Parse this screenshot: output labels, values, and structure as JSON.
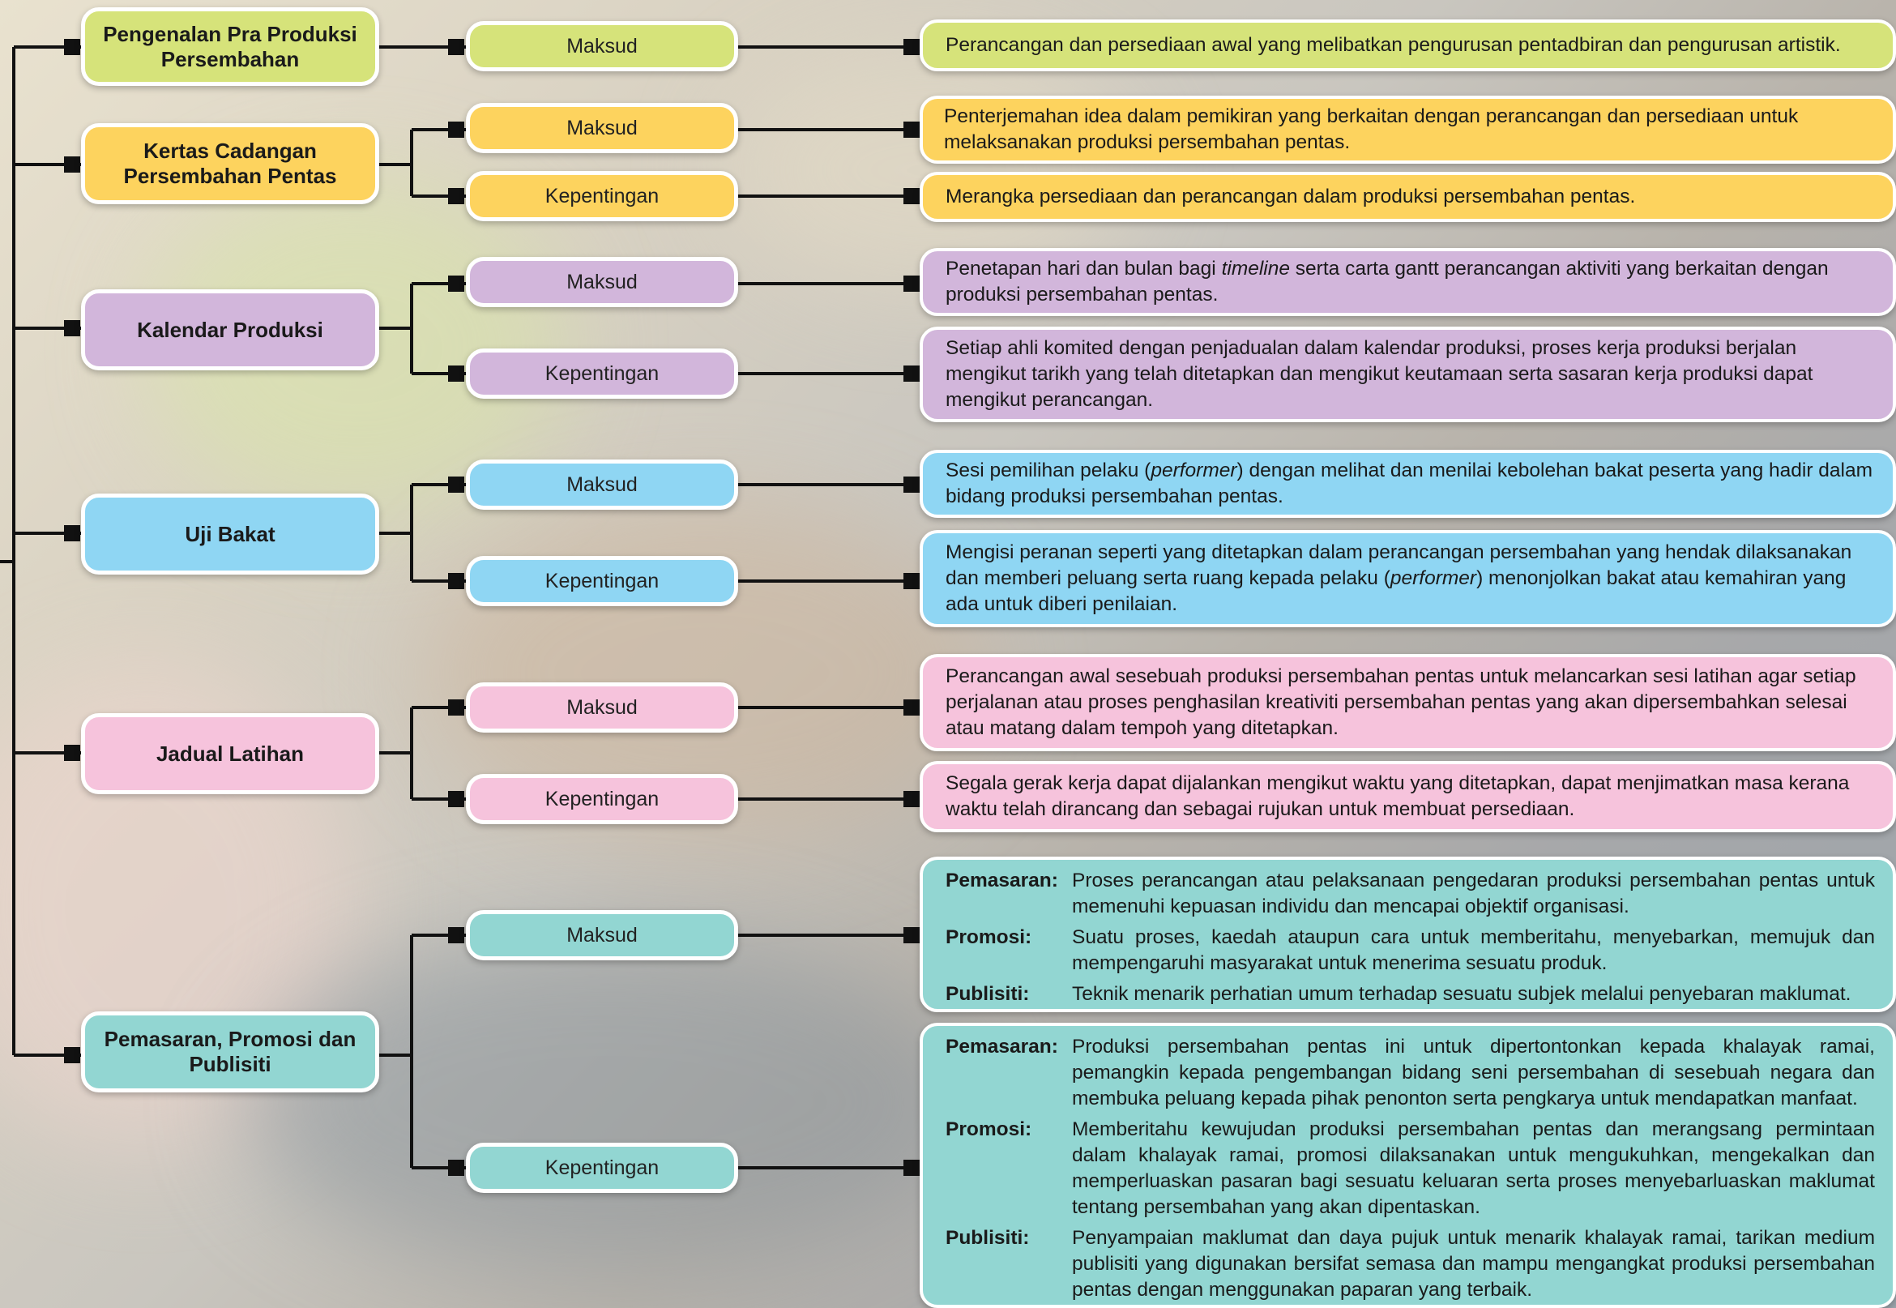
{
  "rows": [
    {
      "category": "Pengenalan Pra Produksi Persembahan",
      "color": "#d6e37a",
      "items": [
        {
          "label": "Maksud",
          "text": "Perancangan dan persediaan awal yang melibatkan pengurusan pentadbiran dan pengurusan artistik."
        }
      ]
    },
    {
      "category": "Kertas Cadangan Persembahan Pentas",
      "color": "#fdd35e",
      "items": [
        {
          "label": "Maksud",
          "text": "Penterjemahan idea dalam pemikiran yang berkaitan dengan perancangan dan persediaan untuk melaksanakan produksi persembahan pentas."
        },
        {
          "label": "Kepentingan",
          "text": "Merangka persediaan dan perancangan dalam produksi persembahan pentas."
        }
      ]
    },
    {
      "category": "Kalendar Produksi",
      "color": "#d2b6db",
      "items": [
        {
          "label": "Maksud",
          "text_a": "Penetapan hari dan bulan bagi ",
          "text_i": "timeline",
          "text_b": " serta carta gantt perancangan aktiviti yang berkaitan dengan produksi persembahan pentas."
        },
        {
          "label": "Kepentingan",
          "text": "Setiap ahli komited dengan penjadualan dalam kalendar produksi, proses kerja produksi berjalan mengikut tarikh yang telah ditetapkan dan mengikut keutamaan serta sasaran kerja produksi dapat mengikut perancangan."
        }
      ]
    },
    {
      "category": "Uji Bakat",
      "color": "#8fd6f3",
      "items": [
        {
          "label": "Maksud",
          "text_a": "Sesi pemilihan pelaku (",
          "text_i": "performer",
          "text_b": ") dengan melihat dan menilai kebolehan bakat peserta yang hadir dalam bidang produksi persembahan pentas."
        },
        {
          "label": "Kepentingan",
          "text_a": "Mengisi peranan seperti yang ditetapkan dalam perancangan persembahan yang hendak dilaksanakan dan memberi peluang serta ruang kepada pelaku (",
          "text_i": "performer",
          "text_b": ") menonjolkan bakat atau kemahiran yang ada untuk diberi penilaian."
        }
      ]
    },
    {
      "category": "Jadual Latihan",
      "color": "#f6c3dc",
      "items": [
        {
          "label": "Maksud",
          "text": "Perancangan awal sesebuah produksi persembahan pentas untuk melancarkan sesi latihan agar setiap perjalanan atau proses penghasilan kreativiti persembahan pentas yang akan dipersembahkan selesai atau matang dalam tempoh yang ditetapkan."
        },
        {
          "label": "Kepentingan",
          "text": "Segala gerak kerja dapat dijalankan mengikut waktu yang ditetapkan, dapat menjimatkan masa kerana waktu telah dirancang dan sebagai rujukan untuk membuat persediaan."
        }
      ]
    },
    {
      "category": "Pemasaran, Promosi dan Publisiti",
      "color": "#92d6d2",
      "items": [
        {
          "label": "Maksud",
          "entries": [
            {
              "term": "Pemasaran:",
              "text": "Proses perancangan atau pelaksanaan pengedaran produksi persembahan pentas untuk memenuhi kepuasan individu dan mencapai objektif organisasi."
            },
            {
              "term": "Promosi:",
              "text": "Suatu proses, kaedah ataupun cara untuk memberitahu, menyebarkan, memujuk dan mempengaruhi masyarakat untuk menerima sesuatu produk."
            },
            {
              "term": "Publisiti:",
              "text": "Teknik menarik perhatian umum terhadap sesuatu subjek melalui penyebaran maklumat."
            }
          ]
        },
        {
          "label": "Kepentingan",
          "entries": [
            {
              "term": "Pemasaran:",
              "text": "Produksi persembahan pentas ini untuk dipertontonkan kepada khalayak ramai, pemangkin kepada pengembangan bidang seni persembahan di sesebuah negara dan membuka peluang kepada pihak penonton serta pengkarya untuk mendapatkan manfaat."
            },
            {
              "term": "Promosi:",
              "text": "Memberitahu kewujudan produksi persembahan pentas dan merangsang permintaan dalam khalayak ramai, promosi dilaksanakan untuk mengukuhkan, mengekalkan dan memperluaskan pasaran bagi sesuatu keluaran serta proses menyebarluaskan maklumat tentang persembahan yang akan dipentaskan."
            },
            {
              "term": "Publisiti:",
              "text": "Penyampaian maklumat dan daya pujuk untuk menarik khalayak ramai, tarikan medium publisiti yang digunakan bersifat semasa dan mampu mengangkat produksi persembahan pentas dengan menggunakan paparan yang terbaik."
            }
          ]
        }
      ]
    }
  ]
}
